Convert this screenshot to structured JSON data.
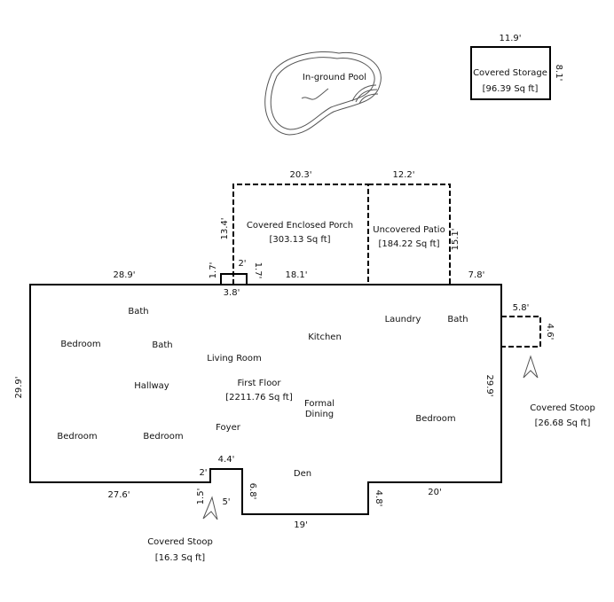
{
  "dimensions": {
    "storage_width": "11.9'",
    "storage_depth": "8.1'",
    "porch_width": "20.3'",
    "patio_width": "12.2'",
    "porch_depth": "13.4'",
    "patio_depth": "15.1'",
    "top_left_wall": "28.9'",
    "chimney_left": "1.7'",
    "chimney_top": "2'",
    "chimney_right": "1.7'",
    "chimney_base": "3.8'",
    "top_mid_wall": "18.1'",
    "top_right_wall": "7.8'",
    "stoop_right_width": "5.8'",
    "stoop_right_depth": "4.6'",
    "left_wall": "29.9'",
    "right_wall": "29.9'",
    "bottom_left_wall": "27.6'",
    "stoop_bottom_top": "4.4'",
    "stoop_bottom_side_left": "2'",
    "stoop_bottom_left_edge": "1.5'",
    "stoop_bottom_width": "5'",
    "stoop_bottom_right": "6.8'",
    "den_bottom": "19'",
    "den_right_step": "4.8'",
    "bottom_right_wall": "20'"
  },
  "labels": {
    "pool": "In-ground Pool",
    "storage_name": "Covered Storage",
    "storage_area": "[96.39 Sq ft]",
    "porch_name": "Covered Enclosed Porch",
    "porch_area": "[303.13 Sq ft]",
    "patio_name": "Uncovered Patio",
    "patio_area": "[184.22 Sq ft]",
    "stoop_right_name": "Covered Stoop",
    "stoop_right_area": "[26.68 Sq ft]",
    "stoop_bottom_name": "Covered Stoop",
    "stoop_bottom_area": "[16.3 Sq ft]"
  },
  "rooms": {
    "bath_1": "Bath",
    "bedroom_1": "Bedroom",
    "bath_2": "Bath",
    "living_room": "Living Room",
    "hallway": "Hallway",
    "first_floor": "First Floor",
    "first_floor_area": "[2211.76 Sq ft]",
    "kitchen": "Kitchen",
    "laundry": "Laundry",
    "bath_3": "Bath",
    "formal": "Formal",
    "dining": "Dining",
    "foyer": "Foyer",
    "bedroom_2": "Bedroom",
    "bedroom_3": "Bedroom",
    "bedroom_4": "Bedroom",
    "den": "Den"
  }
}
